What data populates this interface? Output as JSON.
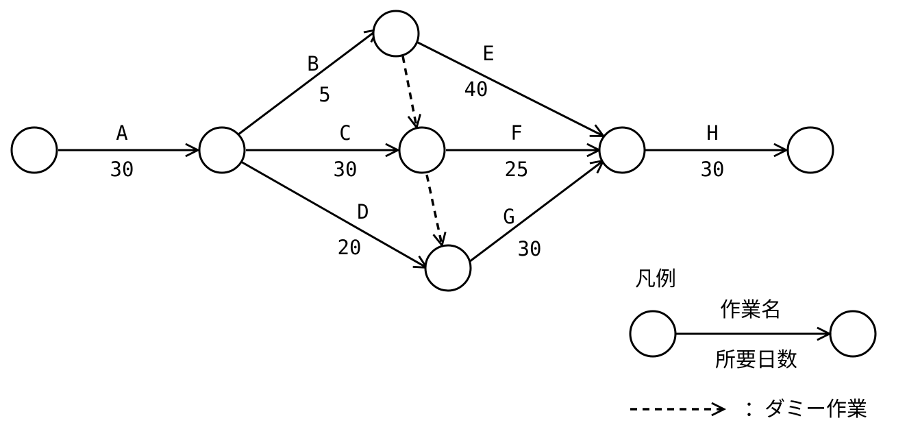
{
  "activities": [
    {
      "id": "A",
      "duration": "30"
    },
    {
      "id": "B",
      "duration": "5"
    },
    {
      "id": "C",
      "duration": "30"
    },
    {
      "id": "D",
      "duration": "20"
    },
    {
      "id": "E",
      "duration": "40"
    },
    {
      "id": "F",
      "duration": "25"
    },
    {
      "id": "G",
      "duration": "30"
    },
    {
      "id": "H",
      "duration": "30"
    }
  ],
  "legend": {
    "title": "凡例",
    "activity_name": "作業名",
    "required_days": "所要日数",
    "dummy_label": "：ダミー作業"
  }
}
